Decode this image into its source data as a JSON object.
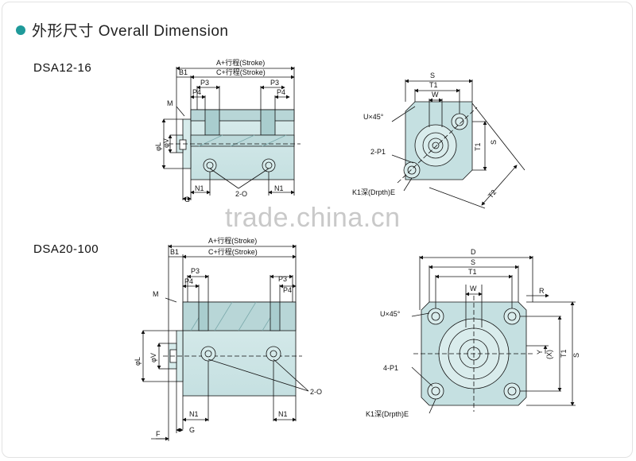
{
  "header": {
    "title": "外形尺寸 Overall Dimension",
    "accent_color": "#1f9a9a"
  },
  "watermark": "trade.china.cn",
  "models": {
    "top": "DSA12-16",
    "bottom": "DSA20-100"
  },
  "top_side": {
    "dim_a": "A+行程(Stroke)",
    "dim_c": "C+行程(Stroke)",
    "b1": "B1",
    "p3_left": "P3",
    "p3_right": "P3",
    "p4_left": "P4",
    "p4_right": "P4",
    "m": "M",
    "phi_l": "φL",
    "phi_v": "φV",
    "n1_left": "N1",
    "n1_right": "N1",
    "g": "G",
    "port": "2-O"
  },
  "top_front": {
    "s_top": "S",
    "t1_top": "T1",
    "w": "W",
    "u45": "U×45°",
    "p1": "2-P1",
    "k1": "K1深(Drpth)E",
    "t1_side": "T1",
    "s_side": "S",
    "t2": "T2"
  },
  "bottom_side": {
    "dim_a": "A+行程(Stroke)",
    "dim_c": "C+行程(Stroke)",
    "b1": "B1",
    "p3_left": "P3",
    "p3_right": "P3",
    "p4_left": "P4",
    "p4_right": "P4",
    "m": "M",
    "phi_l": "φL",
    "phi_v": "φV",
    "n1_left": "N1",
    "n1_right": "N1",
    "g": "G",
    "f": "F",
    "port": "2-O"
  },
  "bottom_front": {
    "d": "D",
    "s_top": "S",
    "t1_top": "T1",
    "w": "W",
    "r": "R",
    "u45": "U×45°",
    "p1": "4-P1",
    "k1": "K1深(Drpth)E",
    "y": "Y",
    "x": "(X)",
    "t1_side": "T1",
    "s_side": "S"
  }
}
